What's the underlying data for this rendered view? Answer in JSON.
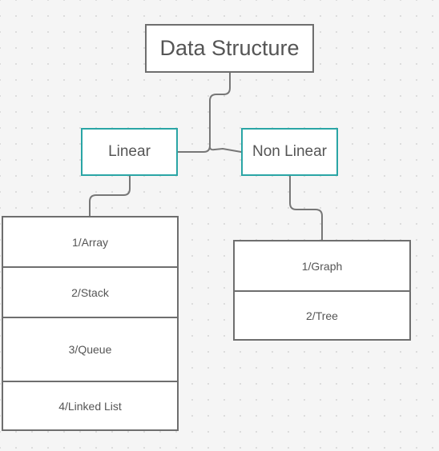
{
  "diagram": {
    "root": {
      "label": "Data Structure"
    },
    "categories": [
      {
        "id": "linear",
        "label": "Linear",
        "items": [
          "1/Array",
          "2/Stack",
          "3/Queue",
          "4/Linked List"
        ]
      },
      {
        "id": "nonlinear",
        "label": "Non Linear",
        "items": [
          "1/Graph",
          "2/Tree"
        ]
      }
    ]
  },
  "colors": {
    "background": "#f5f5f5",
    "category_border": "#2aa5a5",
    "box_border": "#6e6e6e",
    "connector": "#777777",
    "text": "#555555"
  }
}
